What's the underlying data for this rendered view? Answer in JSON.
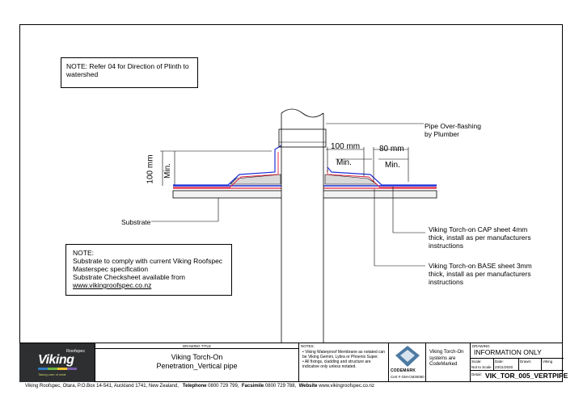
{
  "notes": {
    "top_note": "NOTE: Refer 04 for Direction of Plinth to watershed",
    "main_note_title": "NOTE:",
    "main_note_lines": [
      "Substrate to comply with current Viking Roofspec",
      "Masterspec specification",
      "Substrate Checksheet available from"
    ],
    "main_note_link": "www.vikingroofspec.co.nz"
  },
  "labels": {
    "pipe_overflashing": "Pipe Over-flashing",
    "by_plumber": "by Plumber",
    "substrate": "Substrate",
    "cap_sheet_1": "Viking Torch-on CAP sheet 4mm",
    "cap_sheet_2": "thick, install as per manufacturers",
    "cap_sheet_3": "instructions",
    "base_sheet_1": "Viking Torch-on BASE sheet 3mm",
    "base_sheet_2": "thick, install as per manufacturers",
    "base_sheet_3": "instructions"
  },
  "dimensions": {
    "dim_100mm_h": "100 mm",
    "dim_80mm": "80 mm",
    "dim_min_1": "Min.",
    "dim_min_2": "Min.",
    "dim_100mm_v": "100 mm",
    "dim_min_v": "Min."
  },
  "title_block": {
    "logo_brand": "Viking",
    "logo_sub": "Roofspec",
    "logo_tagline": "Taking care of what",
    "drawing_title_hdr": "DRAWING TITLE",
    "title_line1": "Viking Torch-On",
    "title_line2": "Penetration_Vertical pipe",
    "notes_hdr": "NOTES:",
    "notes_items": [
      "Viking Waterproof Membrane as notated can be Viking Gemini, Lybra or Phoenix Super.",
      "All fixings, cladding and structure are indicative only unless notated."
    ],
    "codemark": "CODEMARK",
    "cert": "Cert # GM-CM30050",
    "codemark_text": "Viking Torch-On systems are CodeMarked",
    "drawing_hdr": "DRAWING",
    "info_only": "INFORMATION ONLY",
    "scale_hdr": "Scale:",
    "scale_val": "Not to Scale",
    "date_hdr": "Date:",
    "date_val": "23/11/2020",
    "drawn_hdr": "Drawn:",
    "drawn_val": "Viking",
    "detail_hdr": "Detail:",
    "detail_val": "VIK_TOR_005_VERTPIPE"
  },
  "footer": {
    "address": "Viking Roofspec, Otara, P.O.Box 14-541, Auckland 1741, New Zealand,",
    "tel_label": "Telephone",
    "tel_val": "0800 729 799,",
    "fax_label": "Facsimile",
    "fax_val": "0800 729 788,",
    "web_label": "Website",
    "web_val": "www.vikingroofspec.co.nz"
  },
  "colors": {
    "cap_sheet": "#1f2fd6",
    "base_sheet": "#e0203a",
    "logo_bg": "#2d2f31"
  }
}
